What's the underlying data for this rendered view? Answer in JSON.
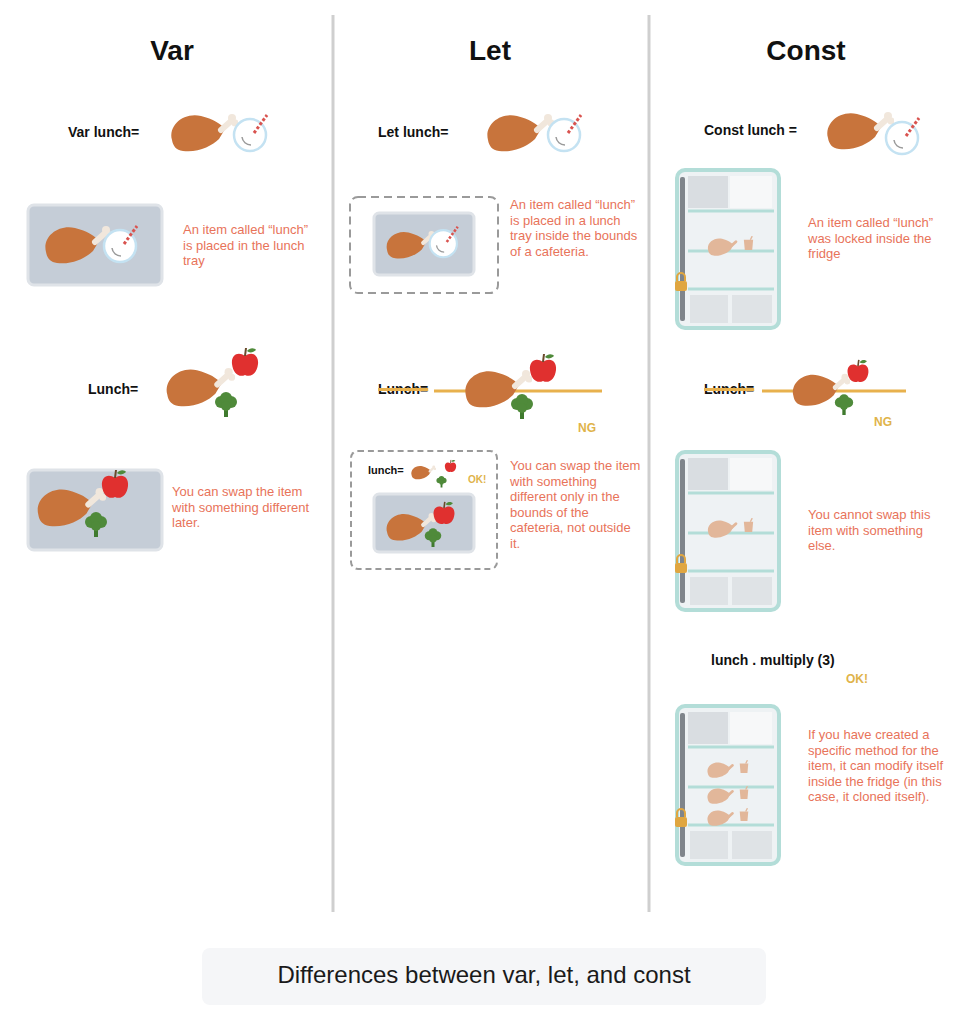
{
  "diagram": {
    "caption": "Differences between var, let, and const",
    "nodes": [
      {
        "text": [
          "lunch=",
          "OK!"
        ]
      }
    ],
    "labels": [
      "Var",
      "Var lunch=",
      "An item called “lunch” is placed in the lunch tray",
      "Lunch=",
      "You can swap the item with something different later.",
      "Let",
      "Let lunch=",
      "An item called “lunch” is placed in a lunch tray inside the bounds of a cafeteria.",
      "Lunch=",
      "NG",
      "You can swap the item with something different only in the bounds of the cafeteria, not outside it.",
      "Const",
      "Const lunch =",
      "An item called “lunch” was locked inside the fridge",
      "Lunch=",
      "NG",
      "You cannot swap this item with something else.",
      "lunch . multiply (3)",
      "OK!",
      "If you have created a specific method for the item, it can modify itself inside the fridge (in this case, it cloned itself)."
    ]
  }
}
